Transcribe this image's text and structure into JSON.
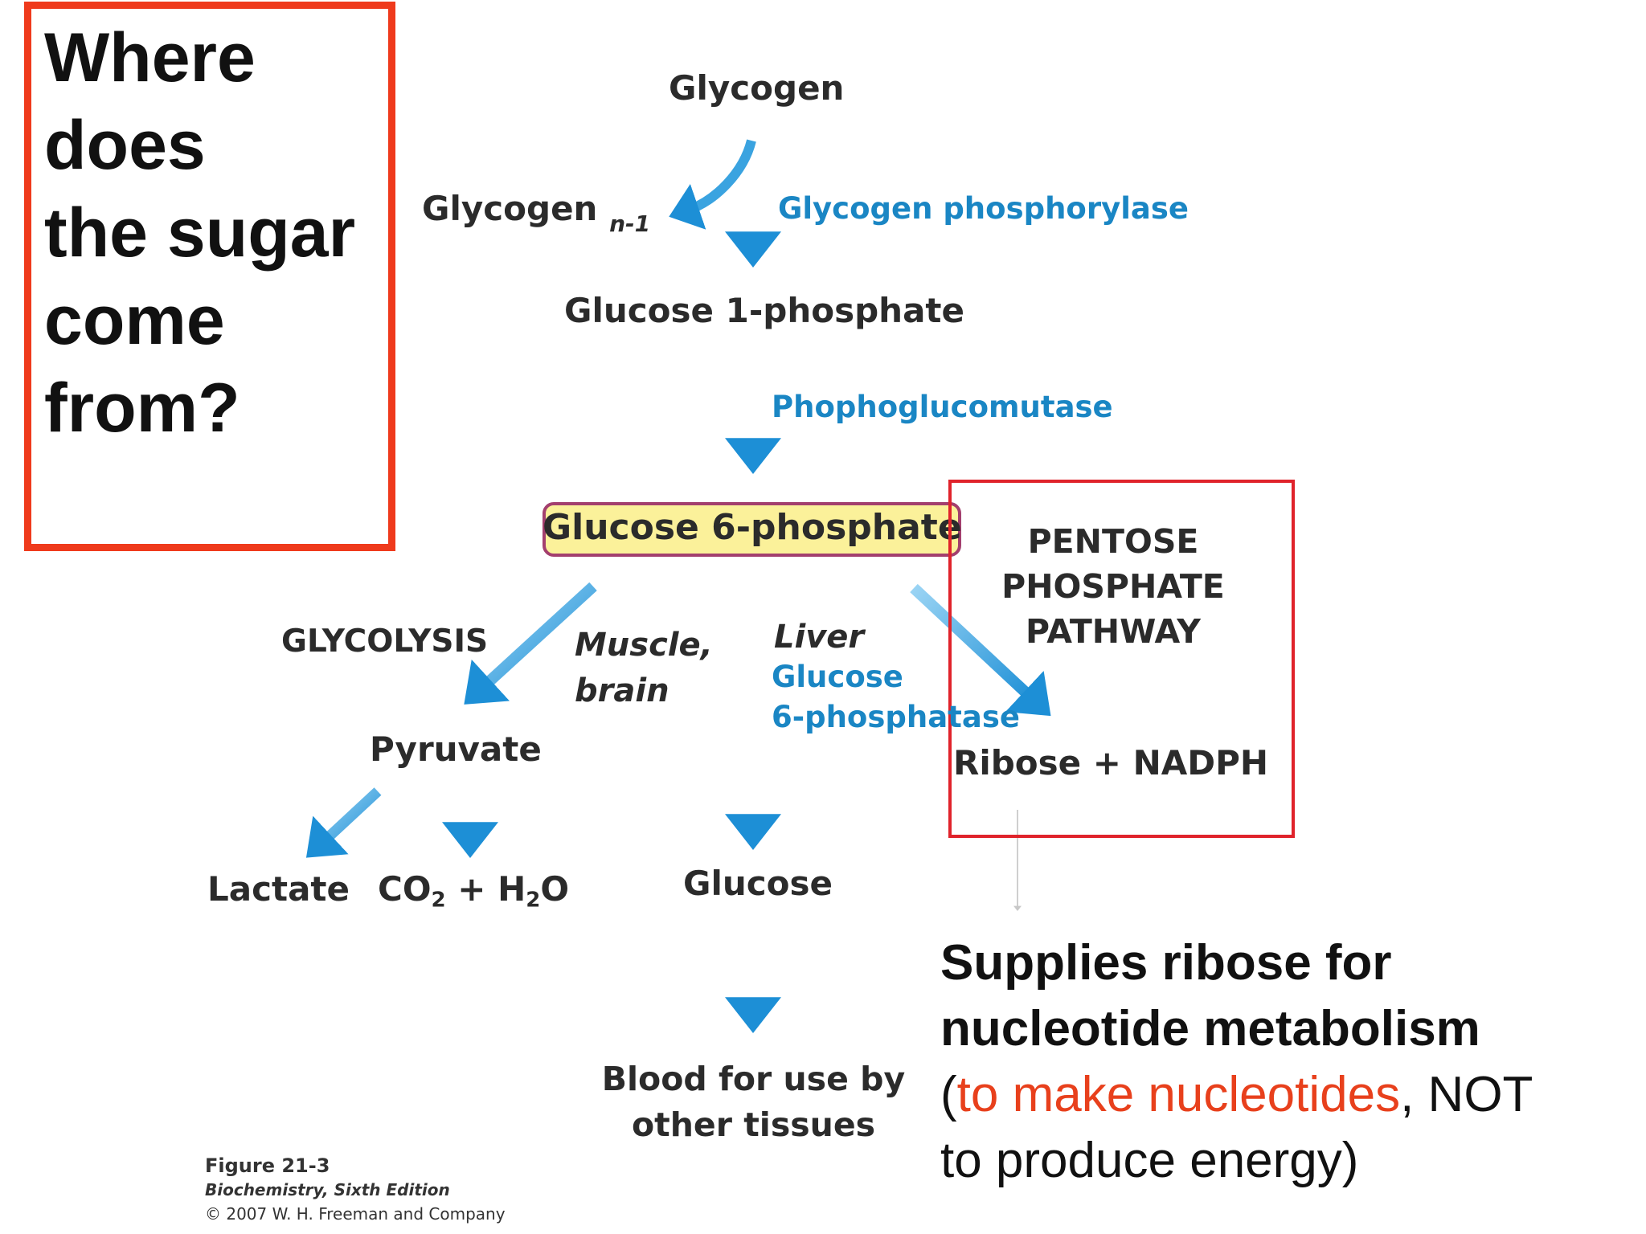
{
  "question": [
    "Where",
    "does",
    "the sugar",
    "come",
    "from?"
  ],
  "nodes": {
    "glycogen": "Glycogen",
    "glycogen_n1": "Glycogen",
    "glycogen_n1_sub": "n-1",
    "glucose_1_phosphate": "Glucose 1-phosphate",
    "glucose_6_phosphate": "Glucose 6-phosphate",
    "pyruvate": "Pyruvate",
    "lactate": "Lactate",
    "co2_h2o": "CO2 + H2O",
    "glucose": "Glucose",
    "blood_line1": "Blood for use by",
    "blood_line2": "other tissues",
    "ribose_nadph": "Ribose + NADPH"
  },
  "enzymes": {
    "glycogen_phosphorylase": "Glycogen phosphorylase",
    "phosphoglucomutase": "Phophoglucomutase",
    "g6pase_line1": "Glucose",
    "g6pase_line2": "6-phosphatase"
  },
  "pathways": {
    "glycolysis": "GLYCOLYSIS",
    "ppp_line1": "PENTOSE",
    "ppp_line2": "PHOSPHATE",
    "ppp_line3": "PATHWAY"
  },
  "tissues": {
    "muscle_line1": "Muscle,",
    "muscle_line2": "brain",
    "liver": "Liver"
  },
  "description": {
    "line1": "Supplies ribose for",
    "line2": "nucleotide metabolism",
    "open_paren": "(",
    "highlight": "to make nucleotides",
    "rest": ", NOT",
    "line4": "to produce energy)"
  },
  "credit": {
    "figure": "Figure 21-3",
    "book": "Biochemistry, Sixth Edition",
    "copyright": "© 2007 W. H. Freeman and Company"
  },
  "colors": {
    "arrow_blue": "#2a9bdc",
    "enzyme_blue": "#1a86c4",
    "question_box": "#ef3a1c",
    "ppp_box": "#e0232b",
    "g6p_fill": "#fbf19a",
    "g6p_border": "#a33f6e",
    "highlight_red": "#e8401c"
  }
}
